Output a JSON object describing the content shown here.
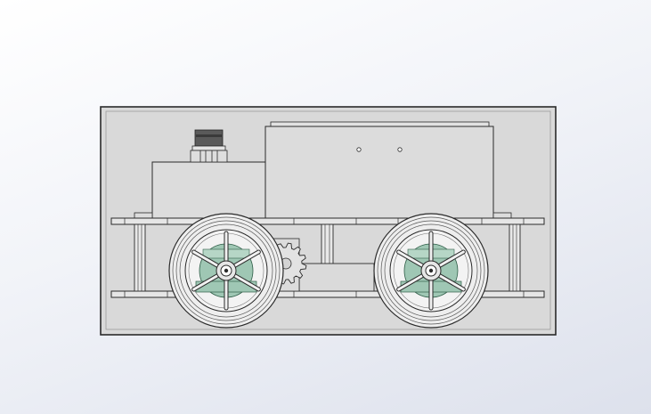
{
  "scene": {
    "kind": "cad-model-view",
    "view": "side",
    "background_gradient": [
      "#ffffff",
      "#dde1ec"
    ],
    "colors": {
      "outline": "#2a2a2a",
      "body_fill": "#dedede",
      "panel_fill": "#d9d9d9",
      "frame_fill": "#e4e4e4",
      "tire_fill": "#eeeeee",
      "hub_fill": "#9fc7b4",
      "sensor_fill": "#555555"
    }
  },
  "parts": {
    "wheels": [
      {
        "name": "front-wheel",
        "spokes": 6
      },
      {
        "name": "rear-wheel",
        "spokes": 6
      }
    ],
    "lidar_sensor": {
      "icon": "lidar-sensor-icon"
    },
    "upper_box": {
      "icon": "electronics-box-icon",
      "holes": 2
    },
    "drive_gear": {
      "icon": "gear-icon",
      "teeth": 12
    }
  }
}
